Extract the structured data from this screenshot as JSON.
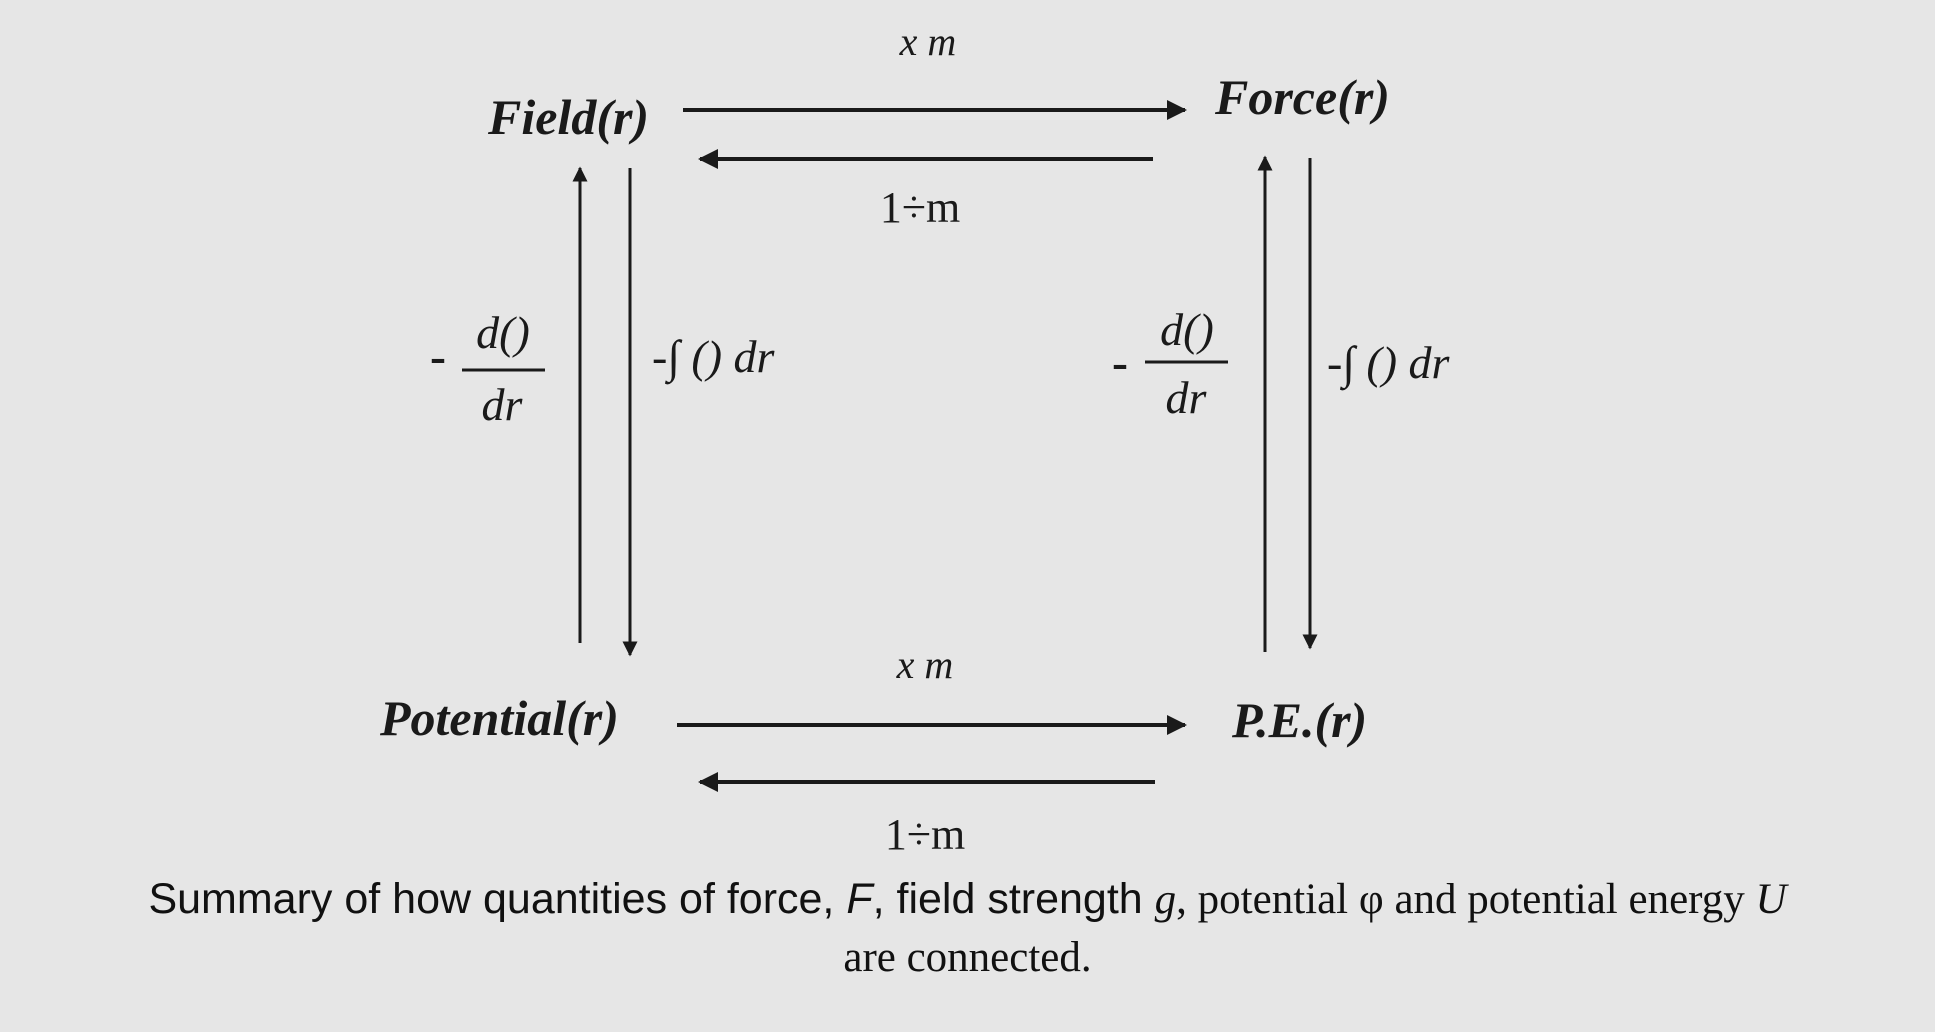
{
  "nodes": {
    "field": "Field(r)",
    "force": "Force(r)",
    "potential": "Potential(r)",
    "pe": "P.E.(r)"
  },
  "operations": {
    "top_right": "x m",
    "top_left": "1÷m",
    "bottom_right": "x m",
    "bottom_left": "1÷m",
    "left_up_numerator": "d()",
    "left_up_denominator": "dr",
    "left_up_sign": "-",
    "left_down": "-∫ () dr",
    "right_up_numerator": "d()",
    "right_up_denominator": "dr",
    "right_up_sign": "-",
    "right_down": "-∫ () dr"
  },
  "caption": {
    "part1": "Summary of how quantities of force, ",
    "F": "F",
    "part2": ", field strength ",
    "g": "g",
    "part3": ", potential ",
    "phi": "φ",
    "part4": " and potential energy ",
    "U": "U",
    "line2": "are connected."
  }
}
